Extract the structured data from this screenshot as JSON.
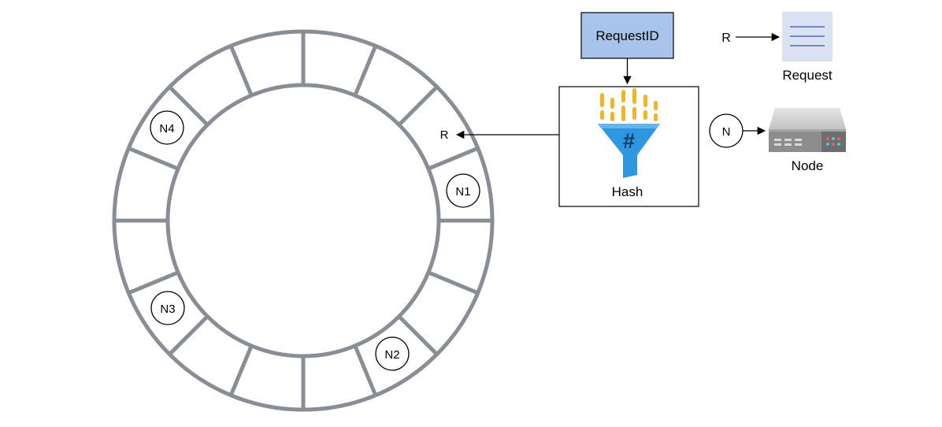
{
  "ring": {
    "segment_count": 16,
    "stroke_color": "#888e94",
    "nodes": [
      {
        "label": "N1"
      },
      {
        "label": "N2"
      },
      {
        "label": "N3"
      },
      {
        "label": "N4"
      }
    ],
    "request_marker": "R"
  },
  "request_id_box": {
    "label": "RequestID",
    "fill_color": "#a9c4eb",
    "border_color": "#000000"
  },
  "hash_box": {
    "label": "Hash",
    "icon": "hash-funnel-icon",
    "funnel_color": "#2f96e0",
    "bits_color": "#f0b429"
  },
  "legend": {
    "request": {
      "marker": "R",
      "label": "Request",
      "icon": "request-document-icon",
      "icon_bg_color": "#dae1f3",
      "icon_line_color": "#4f6db0"
    },
    "node": {
      "marker": "N",
      "label": "Node",
      "icon": "server-node-icon"
    }
  }
}
